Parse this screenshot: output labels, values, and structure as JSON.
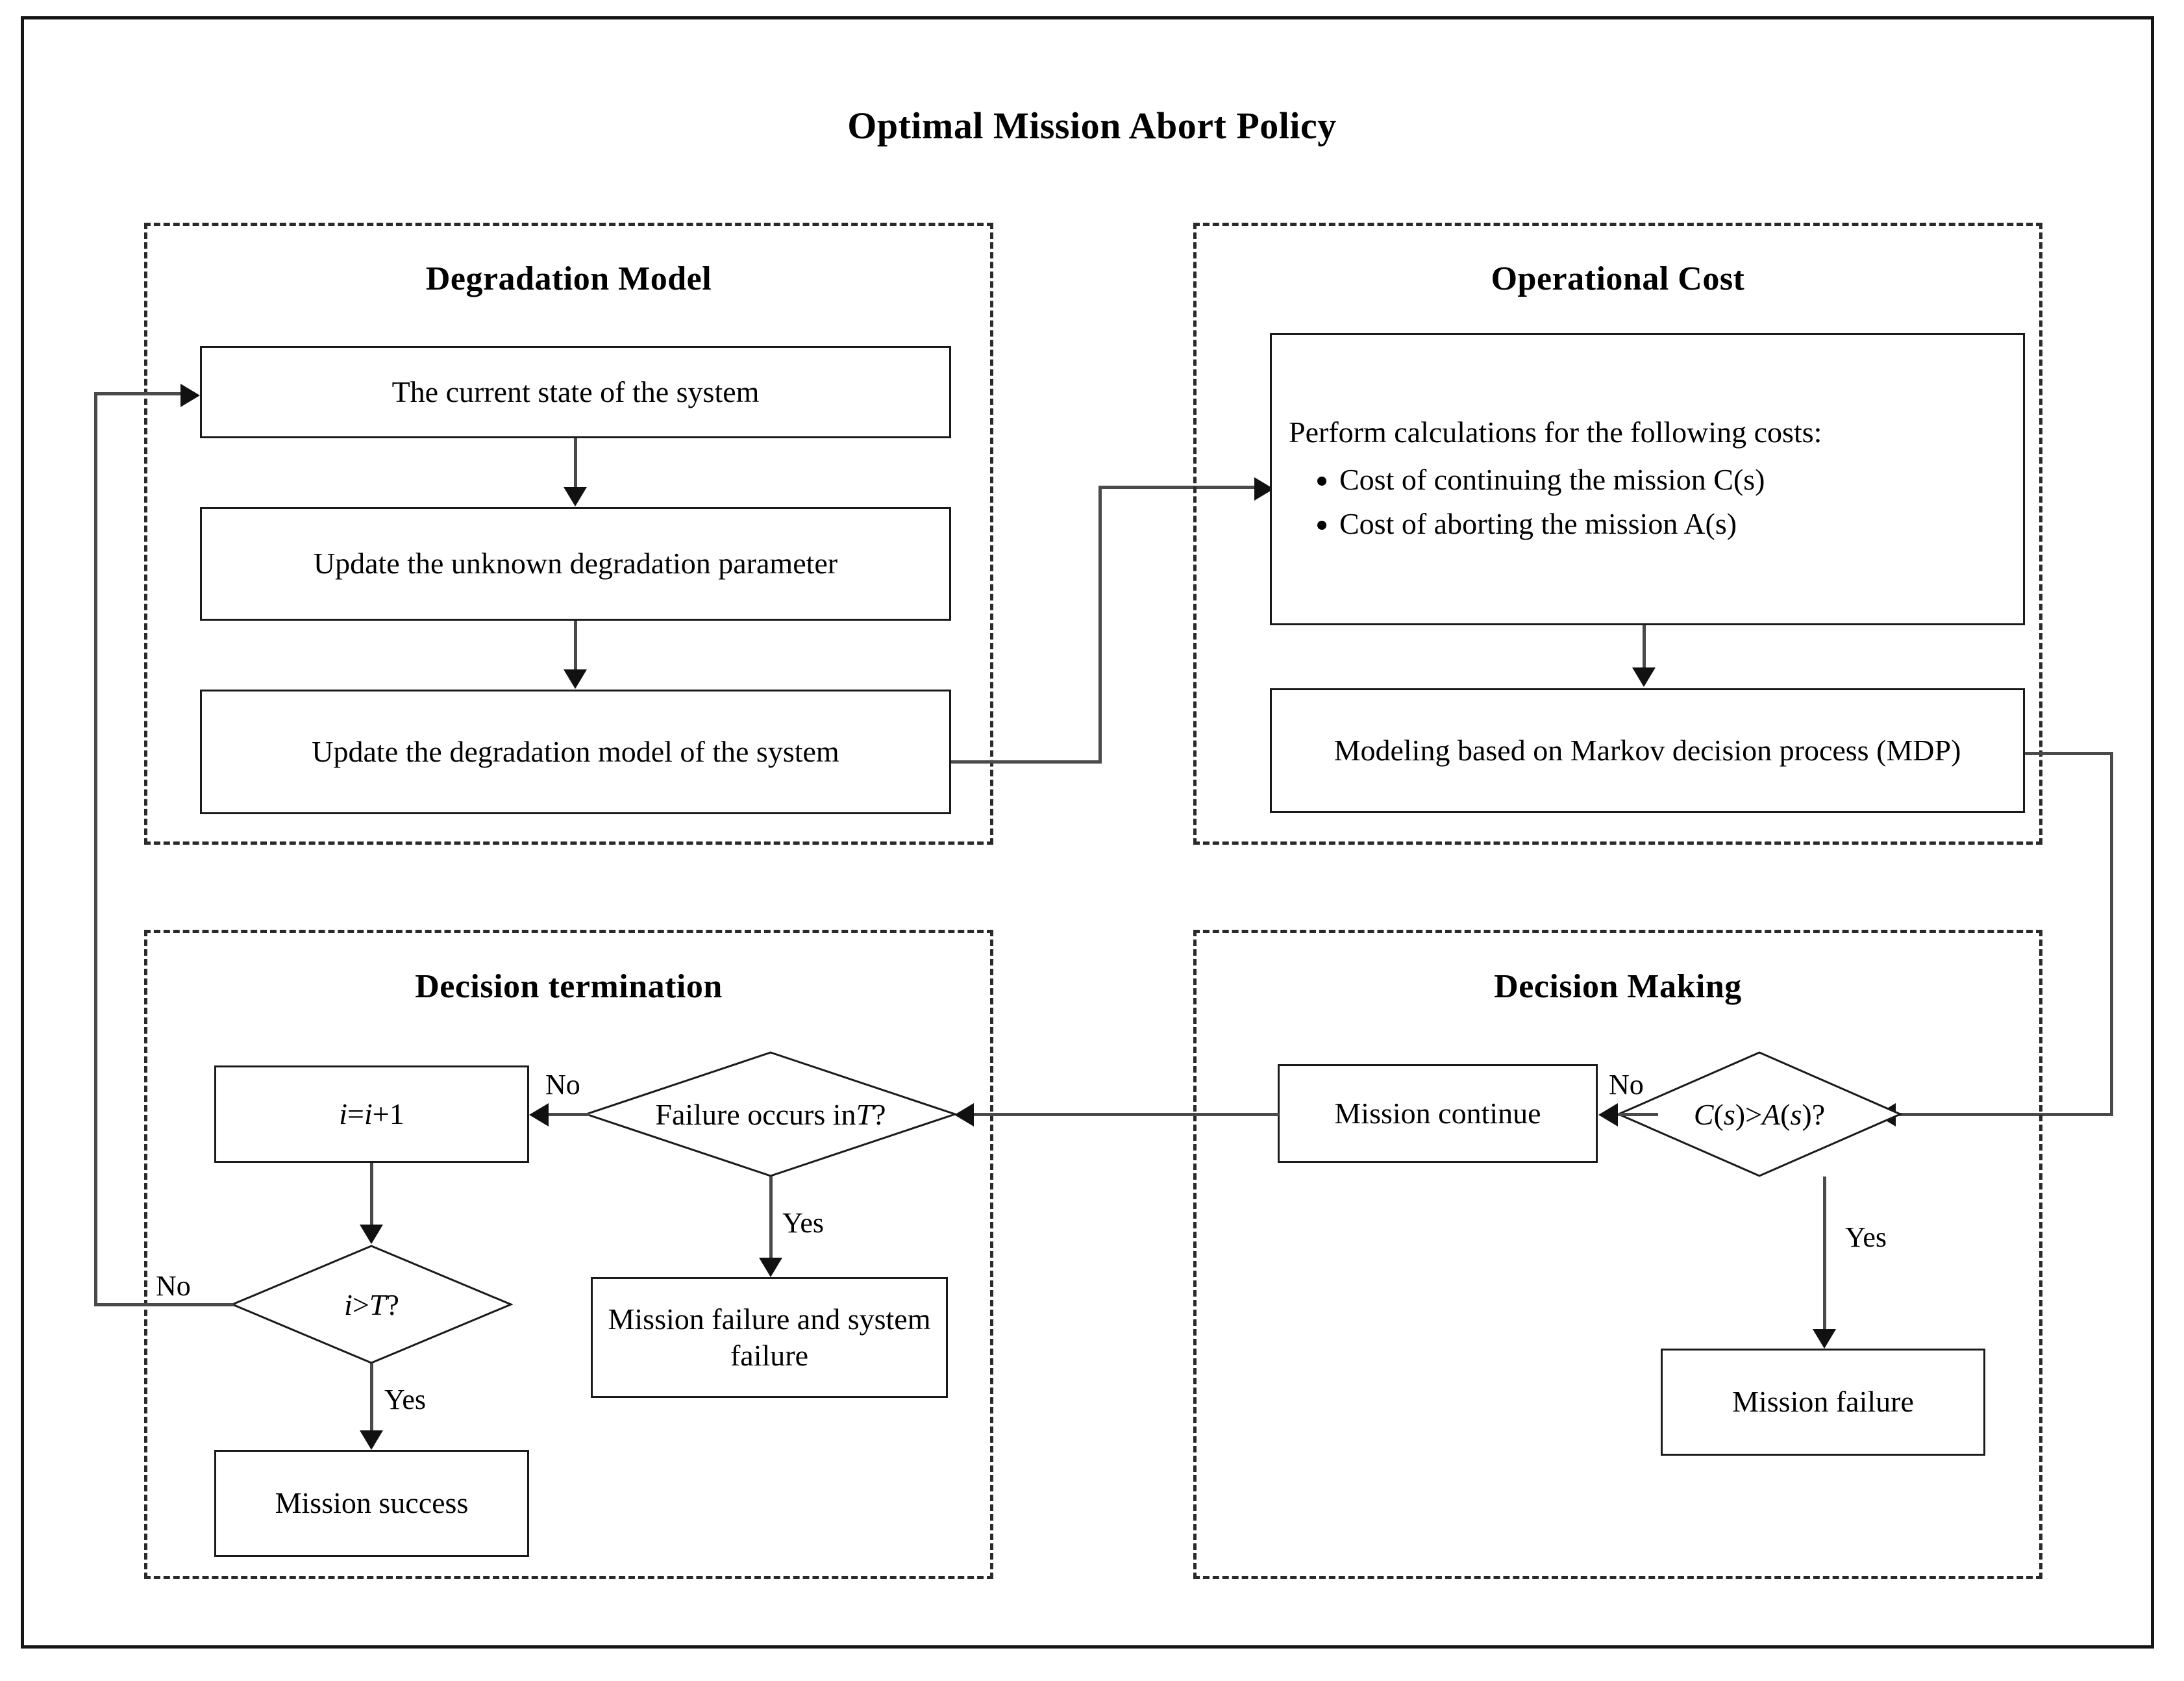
{
  "title": "Optimal Mission Abort Policy",
  "panels": {
    "degradation": {
      "title": "Degradation Model",
      "boxes": {
        "current_state": "The current state of the system",
        "update_param": "Update the unknown degradation parameter",
        "update_model": "Update the degradation model of the system"
      }
    },
    "operational": {
      "title": "Operational Cost",
      "boxes": {
        "costs_lead": "Perform calculations for the following costs:",
        "cost_item_1": "Cost of continuing the mission C(s)",
        "cost_item_2": "Cost of aborting the mission A(s)",
        "mdp": "Modeling based on Markov decision process (MDP)"
      }
    },
    "decision_making": {
      "title": "Decision Making",
      "nodes": {
        "compare": "C(s)>A(s)?",
        "mission_continue": "Mission continue",
        "mission_failure": "Mission failure"
      },
      "edge_labels": {
        "no": "No",
        "yes": "Yes"
      }
    },
    "decision_termination": {
      "title": "Decision termination",
      "nodes": {
        "failure_in_T": "Failure occurs in T?",
        "increment": "i=i+1",
        "i_gt_T": "i > T?",
        "mission_failure_system": "Mission failure and system failure",
        "mission_success": "Mission success"
      },
      "edge_labels": {
        "no_failure": "No",
        "yes_failure": "Yes",
        "no_loop": "No",
        "yes_success": "Yes"
      }
    }
  },
  "colors": {
    "line": "#4a4a4a",
    "box_border": "#1a1a1a",
    "panel_border": "#2a2a2a",
    "text": "#000000"
  }
}
